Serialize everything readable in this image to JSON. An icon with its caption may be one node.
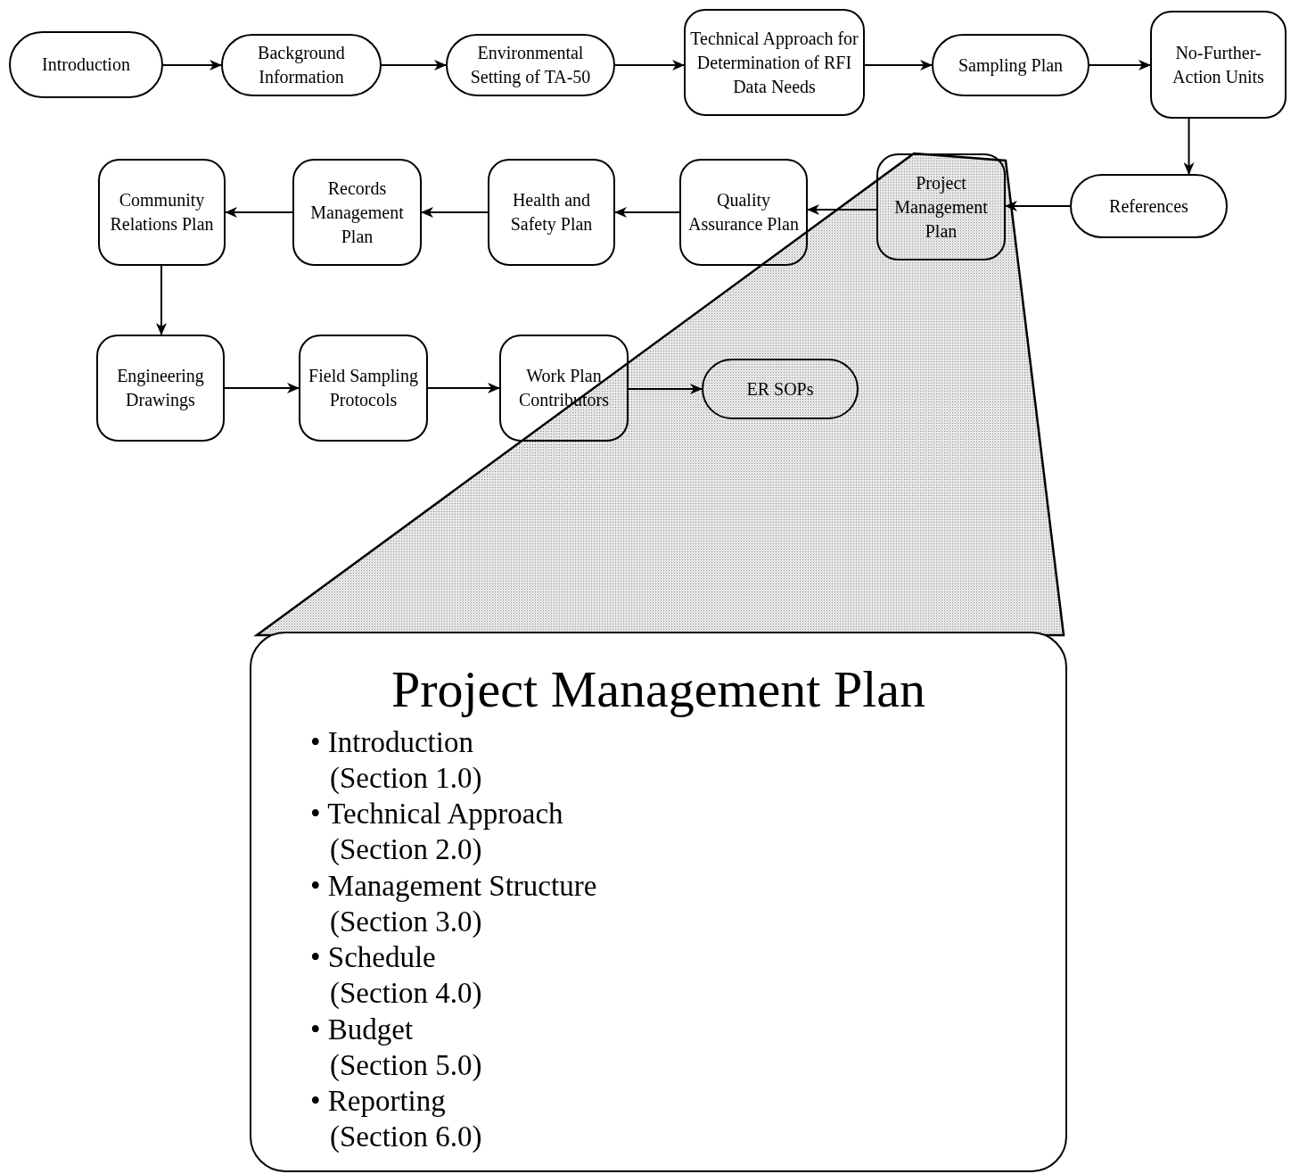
{
  "diagram": {
    "nodes": [
      {
        "text": [
          "Introduction"
        ]
      },
      {
        "text": [
          "Background Information"
        ]
      },
      {
        "text": [
          "Environmental Setting of TA-50"
        ]
      },
      {
        "text": [
          "Technical Approach for Determination of RFI Data Needs"
        ]
      },
      {
        "text": [
          "Sampling Plan"
        ]
      },
      {
        "text": [
          "No-Further-Action Units"
        ]
      },
      {
        "text": [
          "References"
        ]
      },
      {
        "text": [
          "Project Management Plan"
        ]
      },
      {
        "text": [
          "Quality Assurance Plan"
        ]
      },
      {
        "text": [
          "Health and Safety Plan"
        ]
      },
      {
        "text": [
          "Records Management Plan"
        ]
      },
      {
        "text": [
          "Community Relations Plan"
        ]
      },
      {
        "text": [
          "Engineering Drawings"
        ]
      },
      {
        "text": [
          "Field Sampling Protocols"
        ]
      },
      {
        "text": [
          "Work Plan Contributors"
        ]
      },
      {
        "text": [
          "ER SOPs"
        ]
      },
      {
        "text": [
          "Project Management Plan",
          "• Introduction",
          "(Section 1.0)",
          "• Technical Approach",
          "(Section 2.0)",
          "• Management Structure",
          "(Section 3.0)",
          "• Schedule",
          "(Section 4.0)",
          "• Budget",
          "(Section 5.0)",
          "• Reporting",
          "(Section 6.0)"
        ]
      }
    ],
    "edges": [
      {
        "from": 0,
        "to": 1,
        "arrow": "to"
      },
      {
        "from": 1,
        "to": 2,
        "arrow": "to"
      },
      {
        "from": 2,
        "to": 3,
        "arrow": "to"
      },
      {
        "from": 3,
        "to": 4,
        "arrow": "to"
      },
      {
        "from": 4,
        "to": 5,
        "arrow": "to"
      },
      {
        "from": 5,
        "to": 6,
        "arrow": "to"
      },
      {
        "from": 6,
        "to": 7,
        "arrow": "to"
      },
      {
        "from": 7,
        "to": 8,
        "arrow": "to"
      },
      {
        "from": 8,
        "to": 9,
        "arrow": "to"
      },
      {
        "from": 9,
        "to": 10,
        "arrow": "to"
      },
      {
        "from": 10,
        "to": 11,
        "arrow": "to"
      },
      {
        "from": 11,
        "to": 12,
        "arrow": "to"
      },
      {
        "from": 12,
        "to": 13,
        "arrow": "to"
      },
      {
        "from": 13,
        "to": 14,
        "arrow": "to"
      },
      {
        "from": 14,
        "to": 15,
        "arrow": "to"
      }
    ]
  }
}
